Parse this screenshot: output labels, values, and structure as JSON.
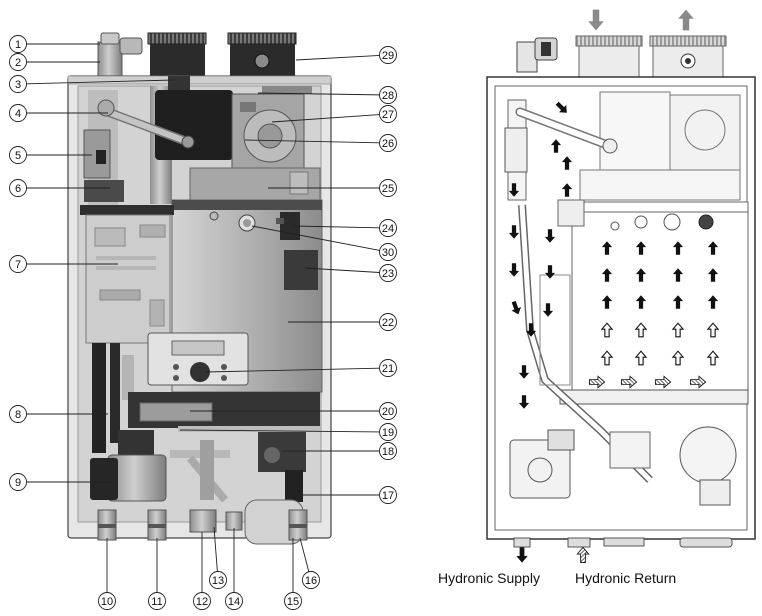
{
  "callouts": [
    "1",
    "2",
    "3",
    "4",
    "5",
    "6",
    "7",
    "8",
    "9",
    "10",
    "11",
    "12",
    "13",
    "14",
    "15",
    "16",
    "17",
    "18",
    "19",
    "20",
    "21",
    "22",
    "23",
    "24",
    "25",
    "26",
    "27",
    "28",
    "29",
    "30"
  ],
  "labels": {
    "supply": "Hydronic Supply",
    "return": "Hydronic Return"
  },
  "colors": {
    "flow_arrow": "#111111",
    "vent_arrow": "#8a8a8a"
  },
  "icons": {
    "supply_arrow": "arrow-down-solid-icon",
    "return_arrow": "arrow-up-hatched-icon"
  }
}
